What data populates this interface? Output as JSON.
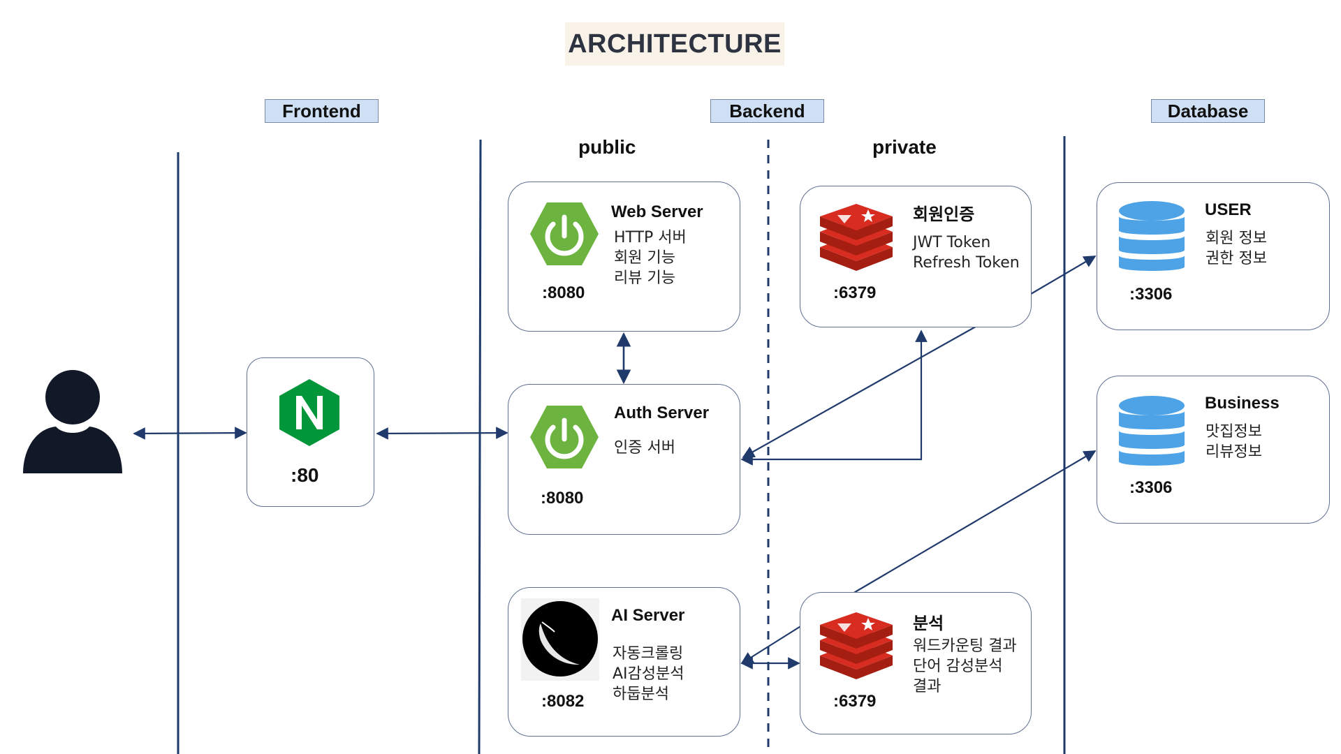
{
  "title": "ARCHITECTURE",
  "sections": {
    "frontend": "Frontend",
    "backend": "Backend",
    "database": "Database"
  },
  "zones": {
    "public": "public",
    "private": "private"
  },
  "nginx": {
    "port": ":80",
    "icon": "nginx-icon"
  },
  "web_server": {
    "title": "Web Server",
    "lines": [
      "HTTP 서버",
      "회원 기능",
      "리뷰 기능"
    ],
    "port": ":8080",
    "icon": "spring-power-icon"
  },
  "auth_server": {
    "title": "Auth Server",
    "lines": [
      "인증 서버"
    ],
    "port": ":8080",
    "icon": "spring-power-icon"
  },
  "ai_server": {
    "title": "AI Server",
    "lines": [
      "자동크롤링",
      "AI감성분석",
      "하둡분석"
    ],
    "port": ":8082",
    "icon": "flask-icon"
  },
  "redis_auth": {
    "title": "회원인증",
    "lines": [
      "JWT Token",
      "Refresh Token"
    ],
    "port": ":6379",
    "icon": "redis-icon"
  },
  "redis_analysis": {
    "title": "분석",
    "lines": [
      "워드카운팅 결과",
      "단어 감성분석",
      "결과"
    ],
    "port": ":6379",
    "icon": "redis-icon"
  },
  "db_user": {
    "title": "USER",
    "lines": [
      "회원 정보",
      "권한 정보"
    ],
    "port": ":3306",
    "icon": "database-icon"
  },
  "db_business": {
    "title": "Business",
    "lines": [
      "맛집정보",
      "리뷰정보"
    ],
    "port": ":3306",
    "icon": "database-icon"
  },
  "user": {
    "icon": "user-icon"
  },
  "colors": {
    "divider": "#1f3a6b",
    "arrow": "#1f3a6b",
    "spring_green": "#6db33f",
    "nginx_green": "#009639",
    "redis_red": "#d82c20",
    "db_blue": "#4da3e6",
    "label_bg": "#cfe0f5",
    "title_bg": "#f8f2e8"
  }
}
